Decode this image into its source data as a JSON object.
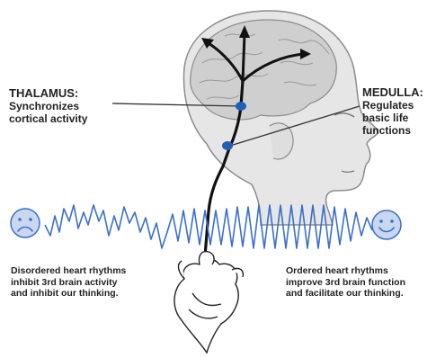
{
  "labels": {
    "thalamus": {
      "title": "THALAMUS:",
      "line1": "Synchronizes",
      "line2": "cortical activity"
    },
    "medulla": {
      "title": "MEDULLA:",
      "line1": "Regulates",
      "line2": "basic life",
      "line3": "functions"
    }
  },
  "captions": {
    "disordered": {
      "line1": "Disordered heart rhythms",
      "line2": "inhibit 3rd brain activity",
      "line3": "and inhibit our thinking."
    },
    "ordered": {
      "line1": "Ordered heart rhythms",
      "line2": "improve 3rd brain function",
      "line3": "and facilitate our thinking."
    }
  },
  "icons": {
    "left": "sad-face-icon",
    "right": "happy-face-icon"
  },
  "colors": {
    "wave": "#3a6fd0",
    "node": "#1f5fb8",
    "face_fill": "#c9d8ee",
    "face_stroke": "#3a6fd0",
    "head": "#b8b8b8",
    "text": "#222222",
    "pathway": "#111111"
  }
}
